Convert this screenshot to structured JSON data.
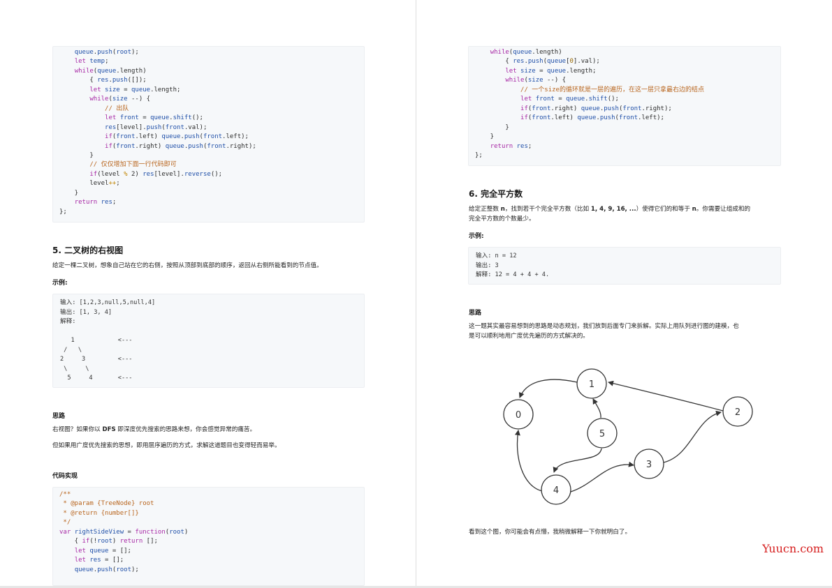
{
  "left": {
    "code_top": [
      [
        [
          "plain",
          "    "
        ],
        [
          "var",
          "queue"
        ],
        [
          "plain",
          "."
        ],
        [
          "fn",
          "push"
        ],
        [
          "plain",
          "("
        ],
        [
          "var",
          "root"
        ],
        [
          "plain",
          ");"
        ]
      ],
      [
        [
          "plain",
          "    "
        ],
        [
          "kw",
          "let"
        ],
        [
          "plain",
          " "
        ],
        [
          "var",
          "temp"
        ],
        [
          "plain",
          ";"
        ]
      ],
      [
        [
          "plain",
          "    "
        ],
        [
          "kw",
          "while"
        ],
        [
          "plain",
          "("
        ],
        [
          "var",
          "queue"
        ],
        [
          "plain",
          ".length)"
        ]
      ],
      [
        [
          "plain",
          "        { "
        ],
        [
          "var",
          "res"
        ],
        [
          "plain",
          "."
        ],
        [
          "fn",
          "push"
        ],
        [
          "plain",
          "([]);"
        ]
      ],
      [
        [
          "plain",
          "        "
        ],
        [
          "kw",
          "let"
        ],
        [
          "plain",
          " "
        ],
        [
          "var",
          "size"
        ],
        [
          "plain",
          " = "
        ],
        [
          "var",
          "queue"
        ],
        [
          "plain",
          ".length;"
        ]
      ],
      [
        [
          "plain",
          "        "
        ],
        [
          "kw",
          "while"
        ],
        [
          "plain",
          "("
        ],
        [
          "var",
          "size"
        ],
        [
          "plain",
          " --) {"
        ]
      ],
      [
        [
          "plain",
          "            "
        ],
        [
          "cm",
          "// 出队"
        ]
      ],
      [
        [
          "plain",
          "            "
        ],
        [
          "kw",
          "let"
        ],
        [
          "plain",
          " "
        ],
        [
          "var",
          "front"
        ],
        [
          "plain",
          " = "
        ],
        [
          "var",
          "queue"
        ],
        [
          "plain",
          "."
        ],
        [
          "fn",
          "shift"
        ],
        [
          "plain",
          "();"
        ]
      ],
      [
        [
          "plain",
          "            "
        ],
        [
          "var",
          "res"
        ],
        [
          "plain",
          "[level]."
        ],
        [
          "fn",
          "push"
        ],
        [
          "plain",
          "("
        ],
        [
          "var",
          "front"
        ],
        [
          "plain",
          ".val);"
        ]
      ],
      [
        [
          "plain",
          "            "
        ],
        [
          "kw",
          "if"
        ],
        [
          "plain",
          "("
        ],
        [
          "var",
          "front"
        ],
        [
          "plain",
          ".left) "
        ],
        [
          "var",
          "queue"
        ],
        [
          "plain",
          "."
        ],
        [
          "fn",
          "push"
        ],
        [
          "plain",
          "("
        ],
        [
          "var",
          "front"
        ],
        [
          "plain",
          ".left);"
        ]
      ],
      [
        [
          "plain",
          "            "
        ],
        [
          "kw",
          "if"
        ],
        [
          "plain",
          "("
        ],
        [
          "var",
          "front"
        ],
        [
          "plain",
          ".right) "
        ],
        [
          "var",
          "queue"
        ],
        [
          "plain",
          "."
        ],
        [
          "fn",
          "push"
        ],
        [
          "plain",
          "("
        ],
        [
          "var",
          "front"
        ],
        [
          "plain",
          ".right);"
        ]
      ],
      [
        [
          "plain",
          "        }"
        ]
      ],
      [
        [
          "plain",
          "        "
        ],
        [
          "cm",
          "// 仅仅增加下面一行代码即可"
        ]
      ],
      [
        [
          "plain",
          "        "
        ],
        [
          "kw",
          "if"
        ],
        [
          "plain",
          "(level "
        ],
        [
          "op",
          "%"
        ],
        [
          "plain",
          " 2) "
        ],
        [
          "var",
          "res"
        ],
        [
          "plain",
          "[level]."
        ],
        [
          "fn",
          "reverse"
        ],
        [
          "plain",
          "();"
        ]
      ],
      [
        [
          "plain",
          "        level"
        ],
        [
          "op",
          "++"
        ],
        [
          "plain",
          ";"
        ]
      ],
      [
        [
          "plain",
          "    }"
        ]
      ],
      [
        [
          "plain",
          "    "
        ],
        [
          "kw",
          "return"
        ],
        [
          "plain",
          " "
        ],
        [
          "var",
          "res"
        ],
        [
          "plain",
          ";"
        ]
      ],
      [
        [
          "plain",
          "};"
        ]
      ]
    ],
    "section5_title": "5. 二叉树的右视图",
    "section5_desc": "给定一棵二叉树，想象自己站在它的右侧，按照从顶部到底部的顺序，返回从右侧所能看到的节点值。",
    "example_label": "示例:",
    "example_lines": [
      "输入: [1,2,3,null,5,null,4]",
      "输出: [1, 3, 4]",
      "解释:",
      "",
      "   1            <---",
      " /   \\",
      "2     3         <---",
      " \\     \\",
      "  5     4       <---"
    ],
    "thinking_label": "思路",
    "thinking_p1_before": "右视图？如果你以 ",
    "thinking_p1_bold": "DFS",
    "thinking_p1_after": " 即深度优先搜索的思路来想，你会感觉异常的痛苦。",
    "thinking_p2": "但如果用广度优先搜索的思想，即用层序遍历的方式，求解这道题目也变得轻而易举。",
    "impl_label": "代码实现",
    "code_bottom": [
      [
        [
          "cm",
          "/**"
        ]
      ],
      [
        [
          "cm",
          " * @param {TreeNode} root"
        ]
      ],
      [
        [
          "cm",
          " * @return {number[]}"
        ]
      ],
      [
        [
          "cm",
          " */"
        ]
      ],
      [
        [
          "kw",
          "var"
        ],
        [
          "plain",
          " "
        ],
        [
          "fn",
          "rightSideView"
        ],
        [
          "plain",
          " = "
        ],
        [
          "kw",
          "function"
        ],
        [
          "plain",
          "("
        ],
        [
          "var",
          "root"
        ],
        [
          "plain",
          ")"
        ]
      ],
      [
        [
          "plain",
          "    { "
        ],
        [
          "kw",
          "if"
        ],
        [
          "plain",
          "(!"
        ],
        [
          "var",
          "root"
        ],
        [
          "plain",
          ") "
        ],
        [
          "kw",
          "return"
        ],
        [
          "plain",
          " [];"
        ]
      ],
      [
        [
          "plain",
          "    "
        ],
        [
          "kw",
          "let"
        ],
        [
          "plain",
          " "
        ],
        [
          "var",
          "queue"
        ],
        [
          "plain",
          " = [];"
        ]
      ],
      [
        [
          "plain",
          "    "
        ],
        [
          "kw",
          "let"
        ],
        [
          "plain",
          " "
        ],
        [
          "var",
          "res"
        ],
        [
          "plain",
          " = [];"
        ]
      ],
      [
        [
          "plain",
          "    "
        ],
        [
          "var",
          "queue"
        ],
        [
          "plain",
          "."
        ],
        [
          "fn",
          "push"
        ],
        [
          "plain",
          "("
        ],
        [
          "var",
          "root"
        ],
        [
          "plain",
          ");"
        ]
      ]
    ]
  },
  "right": {
    "code_top": [
      [
        [
          "plain",
          "    "
        ],
        [
          "kw",
          "while"
        ],
        [
          "plain",
          "("
        ],
        [
          "var",
          "queue"
        ],
        [
          "plain",
          ".length)"
        ]
      ],
      [
        [
          "plain",
          "        { "
        ],
        [
          "var",
          "res"
        ],
        [
          "plain",
          "."
        ],
        [
          "fn",
          "push"
        ],
        [
          "plain",
          "("
        ],
        [
          "var",
          "queue"
        ],
        [
          "plain",
          "["
        ],
        [
          "num",
          "0"
        ],
        [
          "plain",
          "].val);"
        ]
      ],
      [
        [
          "plain",
          "        "
        ],
        [
          "kw",
          "let"
        ],
        [
          "plain",
          " "
        ],
        [
          "var",
          "size"
        ],
        [
          "plain",
          " = "
        ],
        [
          "var",
          "queue"
        ],
        [
          "plain",
          ".length;"
        ]
      ],
      [
        [
          "plain",
          "        "
        ],
        [
          "kw",
          "while"
        ],
        [
          "plain",
          "("
        ],
        [
          "var",
          "size"
        ],
        [
          "plain",
          " --) {"
        ]
      ],
      [
        [
          "plain",
          "            "
        ],
        [
          "cm",
          "// 一个size的循环就是一层的遍历，在这一层只拿最右边的结点"
        ]
      ],
      [
        [
          "plain",
          "            "
        ],
        [
          "kw",
          "let"
        ],
        [
          "plain",
          " "
        ],
        [
          "var",
          "front"
        ],
        [
          "plain",
          " = "
        ],
        [
          "var",
          "queue"
        ],
        [
          "plain",
          "."
        ],
        [
          "fn",
          "shift"
        ],
        [
          "plain",
          "();"
        ]
      ],
      [
        [
          "plain",
          "            "
        ],
        [
          "kw",
          "if"
        ],
        [
          "plain",
          "("
        ],
        [
          "var",
          "front"
        ],
        [
          "plain",
          ".right) "
        ],
        [
          "var",
          "queue"
        ],
        [
          "plain",
          "."
        ],
        [
          "fn",
          "push"
        ],
        [
          "plain",
          "("
        ],
        [
          "var",
          "front"
        ],
        [
          "plain",
          ".right);"
        ]
      ],
      [
        [
          "plain",
          "            "
        ],
        [
          "kw",
          "if"
        ],
        [
          "plain",
          "("
        ],
        [
          "var",
          "front"
        ],
        [
          "plain",
          ".left) "
        ],
        [
          "var",
          "queue"
        ],
        [
          "plain",
          "."
        ],
        [
          "fn",
          "push"
        ],
        [
          "plain",
          "("
        ],
        [
          "var",
          "front"
        ],
        [
          "plain",
          ".left);"
        ]
      ],
      [
        [
          "plain",
          "        }"
        ]
      ],
      [
        [
          "plain",
          "    }"
        ]
      ],
      [
        [
          "plain",
          "    "
        ],
        [
          "kw",
          "return"
        ],
        [
          "plain",
          " "
        ],
        [
          "var",
          "res"
        ],
        [
          "plain",
          ";"
        ]
      ],
      [
        [
          "plain",
          "};"
        ]
      ]
    ],
    "section6_title": "6. 完全平方数",
    "section6_desc_1_a": "给定正整数 ",
    "section6_desc_1_b": "n",
    "section6_desc_1_c": "，找到若干个完全平方数（比如 ",
    "section6_desc_1_d": "1, 4, 9, 16, ...",
    "section6_desc_1_e": "）使得它们的和等于 ",
    "section6_desc_1_f": "n",
    "section6_desc_1_g": "。你需要让组成和的",
    "section6_desc_2": "完全平方数的个数最少。",
    "example_label": "示例:",
    "example_lines": [
      "输入: n = 12",
      "输出: 3",
      "解释: 12 = 4 + 4 + 4."
    ],
    "thinking_label": "思路",
    "thinking_p1": "这一题其实最容易想到的思路是动态规划，我们放到后面专门来拆解。实际上用队列进行图的建模，也",
    "thinking_p2": "是可以顺利地用广度优先遍历的方式解决的。",
    "graph_nodes": [
      "0",
      "1",
      "2",
      "3",
      "4",
      "5"
    ],
    "closing_text": "看到这个图，你可能会有点懵，我稍微解释一下你就明白了。"
  },
  "watermark": "Yuucn.com"
}
